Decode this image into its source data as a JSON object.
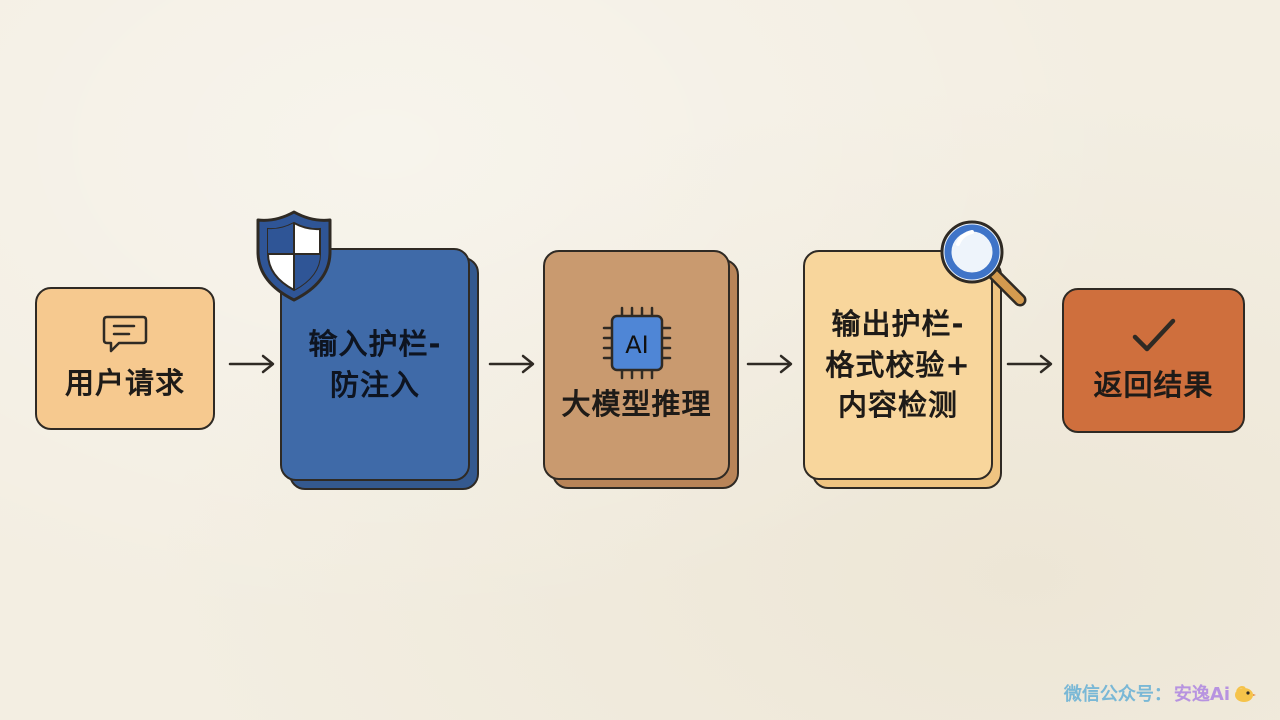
{
  "steps": [
    {
      "label": "用户请求",
      "icon": "chat-bubble-icon",
      "color": "#f6c98f"
    },
    {
      "label_lines": [
        "输入护栏-",
        "防注入"
      ],
      "icon": "shield-icon",
      "color": "#3f6aa8"
    },
    {
      "label": "大模型推理",
      "icon": "ai-chip-icon",
      "chip_text": "AI",
      "color": "#c99a6f"
    },
    {
      "label_lines": [
        "输出护栏-",
        "格式校验+",
        "内容检测"
      ],
      "icon": "magnifier-icon",
      "color": "#f8d69c"
    },
    {
      "label": "返回结果",
      "icon": "checkmark-icon",
      "color": "#cf6f3d"
    }
  ],
  "footer": {
    "prefix": "微信公众号：",
    "brand": "安逸Ai"
  }
}
